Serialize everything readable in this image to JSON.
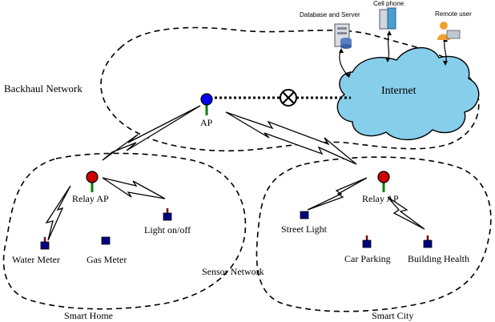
{
  "labels": {
    "backhaul": "Backhaul Network",
    "internet": "Internet",
    "ap": "AP",
    "db_server": "Database and Server",
    "cell_phone": "Cell phone",
    "remote_user": "Remote user",
    "relay_ap_home": "Relay AP",
    "relay_ap_city": "Relay AP",
    "light_onoff": "Light on/off",
    "water_meter": "Water Meter",
    "gas_meter": "Gas Meter",
    "street_light": "Street Light",
    "car_parking": "Car Parking",
    "building_health": "Building Health",
    "sensor_network": "Sensor Network",
    "smart_home": "Smart Home",
    "smart_city": "Smart City"
  },
  "colors": {
    "cloud": "#87CEEB",
    "ap_node": "#0000EE",
    "relay_node": "#CC0000",
    "sensor_node": "#000080",
    "ap_stem": "#008000",
    "sensor_stem": "#800000"
  },
  "icons": {
    "blocked": "circle-x-icon",
    "link": "lightning-link-icon"
  }
}
